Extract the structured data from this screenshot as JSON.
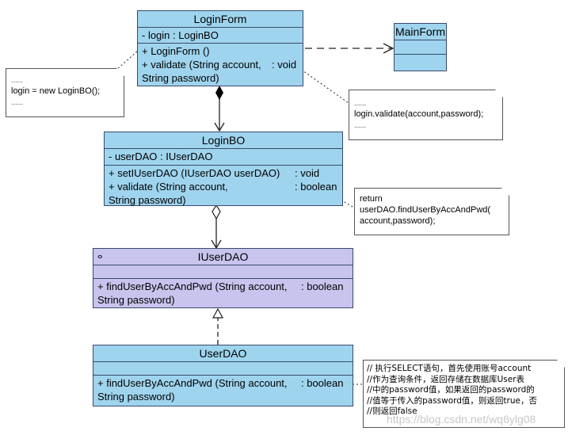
{
  "classes": {
    "login_form": {
      "name": "LoginForm",
      "attributes": [
        "- login  : LoginBO"
      ],
      "operations": [
        {
          "sig": "+  LoginForm ()",
          "type": ""
        },
        {
          "sig": "+  validate (String account,",
          "type": ": void"
        },
        {
          "sig": "    String password)",
          "type": ""
        }
      ]
    },
    "main_form": {
      "name": "MainForm"
    },
    "login_bo": {
      "name": "LoginBO",
      "attributes": [
        "- userDAO  : IUserDAO"
      ],
      "operations": [
        {
          "sig": "+  setIUserDAO (IUserDAO userDAO)",
          "type": ": void"
        },
        {
          "sig": "+  validate (String account,",
          "type": ": boolean"
        },
        {
          "sig": "    String password)",
          "type": ""
        }
      ]
    },
    "iuser_dao": {
      "name": "IUserDAO",
      "operations": [
        {
          "sig": "+  findUserByAccAndPwd (String account,",
          "type": ": boolean"
        },
        {
          "sig": "    String password)",
          "type": ""
        }
      ]
    },
    "user_dao": {
      "name": "UserDAO",
      "operations": [
        {
          "sig": "+  findUserByAccAndPwd (String account,",
          "type": ": boolean"
        },
        {
          "sig": "    String password)",
          "type": ""
        }
      ]
    }
  },
  "notes": {
    "login_new": {
      "dots_top": "......",
      "text": "login = new LoginBO();",
      "dots_bottom": "......"
    },
    "login_validate": {
      "dots_top": "......",
      "text": "login.validate(account,password);",
      "dots_bottom": "......"
    },
    "return_find": {
      "line1": "return",
      "line2": "userDAO.findUserByAccAndPwd(",
      "line3": "account,password);"
    },
    "sql_comment": {
      "lines": [
        "// 执行SELECT语句，首先使用账号account",
        "//作为查询条件，返回存储在数据库User表",
        "//中的password值，如果返回的password的",
        "//值等于传入的password值，则返回true，否",
        "//则返回false"
      ]
    }
  },
  "watermark": "https://blog.csdn.net/wq6ylg08",
  "colors": {
    "class_blue": "#9fd4ee",
    "interface_purple": "#c8c4ee",
    "border": "#3a4a6a"
  }
}
